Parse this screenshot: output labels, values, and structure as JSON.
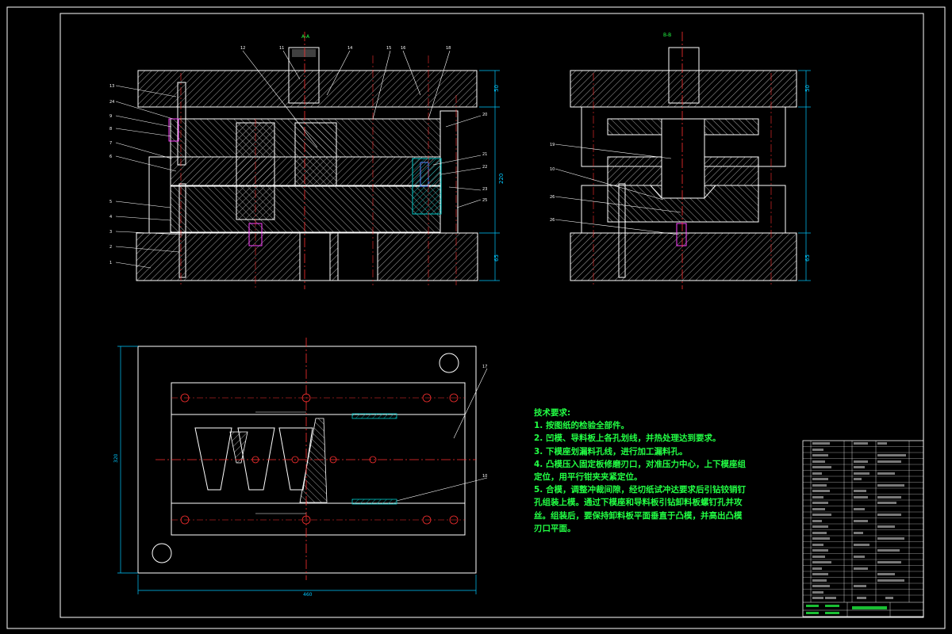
{
  "section_labels": {
    "left": "A-A",
    "right": "B-B"
  },
  "dimensions": {
    "top_plate": "50",
    "bottom_plate": "65",
    "total_height": "220",
    "plan_width": "460",
    "plan_height": "320"
  },
  "notes": {
    "title": "技术要求:",
    "items": [
      "1. 按图纸的检验全部件。",
      "2. 凹模、导料板上各孔划线，并热处理达到要求。",
      "3. 下模座划漏料孔线，进行加工漏料孔。",
      "4. 凸模压入固定板修磨刃口，对准压力中心，上下模座组定位，用平行钳夹夹紧定位。",
      "5. 合模，调整冲裁间隙，经切纸试冲达要求后引钻铰销钉孔组装上模。通过下模座和导料板引钻卸料板螺钉孔并攻丝。组装后，要保持卸料板平面垂直于凸模，并高出凸模刃口平面。"
    ]
  },
  "colors": {
    "background": "#000000",
    "outline": "#ffffff",
    "centerline": "#ff3030",
    "leader": "#ffffff",
    "dimension": "#00c8ff",
    "text": "#22ff44",
    "hatch": "#d8d8d8",
    "hatch_alt": "#00c8c8",
    "spring": "#ff40ff",
    "screw": "#5080ff",
    "border": "#ffffff"
  }
}
